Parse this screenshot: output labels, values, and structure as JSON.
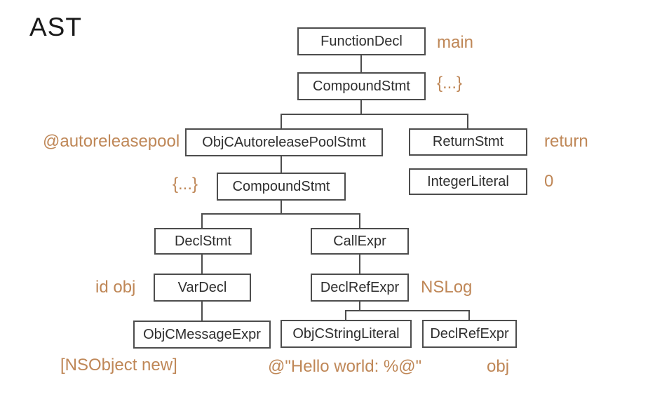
{
  "title": "AST",
  "colors": {
    "background": "#ffffff",
    "node_border": "#4d4d4d",
    "node_text": "#2e2e2e",
    "annotation_text": "#bf8757",
    "title_text": "#1a1a1a"
  },
  "nodes": {
    "functionDecl": {
      "label": "FunctionDecl"
    },
    "compoundStmt1": {
      "label": "CompoundStmt"
    },
    "objcAutoreleasePoolStmt": {
      "label": "ObjCAutoreleasePoolStmt"
    },
    "returnStmt": {
      "label": "ReturnStmt"
    },
    "compoundStmt2": {
      "label": "CompoundStmt"
    },
    "integerLiteral": {
      "label": "IntegerLiteral"
    },
    "declStmt": {
      "label": "DeclStmt"
    },
    "callExpr": {
      "label": "CallExpr"
    },
    "varDecl": {
      "label": "VarDecl"
    },
    "declRefExpr1": {
      "label": "DeclRefExpr"
    },
    "objcMessageExpr": {
      "label": "ObjCMessageExpr"
    },
    "objcStringLiteral": {
      "label": "ObjCStringLiteral"
    },
    "declRefExpr2": {
      "label": "DeclRefExpr"
    }
  },
  "annotations": {
    "main": "main",
    "braces1": "{...}",
    "autoreleasepool": "@autoreleasepool",
    "returnKeyword": "return",
    "braces2": "{...}",
    "zero": "0",
    "idObj": "id obj",
    "nslog": "NSLog",
    "nsobjectNew": "[NSObject new]",
    "helloWorld": "@\"Hello world: %@\"",
    "obj": "obj"
  }
}
